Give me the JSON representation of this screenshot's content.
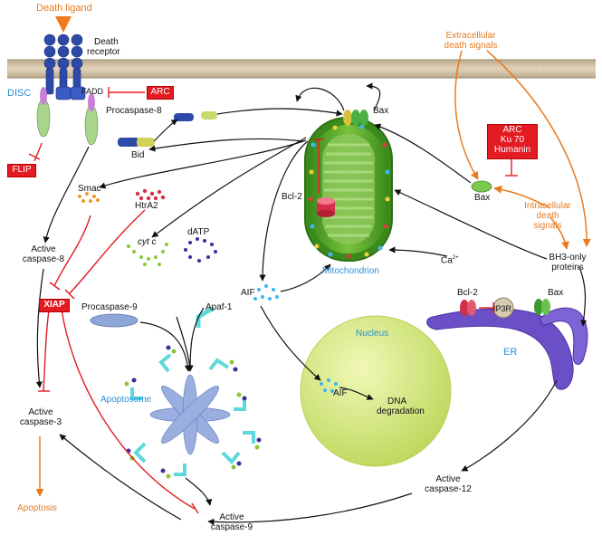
{
  "labels": {
    "death_ligand": "Death ligand",
    "death_receptor_line1": "Death",
    "death_receptor_line2": "receptor",
    "disc": "DISC",
    "fadd": "FADD",
    "procaspase8": "Procaspase-8",
    "bid": "Bid",
    "bax_top": "Bax",
    "bcl2_mito": "Bcl-2",
    "mitochondrion": "Mitochondrion",
    "extracellular_line1": "Extracellular",
    "extracellular_line2": "death signals",
    "bax_right": "Bax",
    "intracellular_line1": "Intracellular",
    "intracellular_line2": "death",
    "intracellular_line3": "signals",
    "bh3_line1": "BH3-only",
    "bh3_line2": "proteins",
    "ca2": "Ca",
    "ca2_sup": "2+",
    "bcl2_er": "Bcl-2",
    "ip3r": "IP3R",
    "bax_er": "Bax",
    "er": "ER",
    "smac": "Smac",
    "htra2": "HtrA2",
    "active_casp8_line1": "Active",
    "active_casp8_line2": "caspase-8",
    "cytc": "cyt c",
    "datp": "dATP",
    "aif_cyto": "AIF",
    "procaspase9": "Procaspase-9",
    "apaf1": "Apaf-1",
    "nucleus": "Nucleus",
    "aif_nuc": "AIF",
    "dna_line1": "DNA",
    "dna_line2": "degradation",
    "apoptosome": "Apoptosome",
    "active_casp3_line1": "Active",
    "active_casp3_line2": "caspase-3",
    "apoptosis": "Apoptosis",
    "active_casp12_line1": "Active",
    "active_casp12_line2": "caspase-12",
    "active_casp9_line1": "Active",
    "active_casp9_line2": "caspase-9"
  },
  "inhibitors": {
    "arc_top": "ARC",
    "flip": "FLIP",
    "xiap": "XIAP",
    "arc_box_line1": "ARC",
    "arc_box_line2": "Ku 70",
    "arc_box_line3": "Humanin"
  },
  "colors": {
    "membrane": "#c9b79a",
    "receptor": "#2e4aa8",
    "inhibitor_red": "#e31b23",
    "orange_signal": "#e87a1e",
    "label_blue": "#2b8fd6",
    "mito_green": "#5cae2e",
    "nucleus_green": "#d6ea7c",
    "er_purple": "#6a4fc7",
    "apaf_cyan": "#5fd8dc"
  }
}
